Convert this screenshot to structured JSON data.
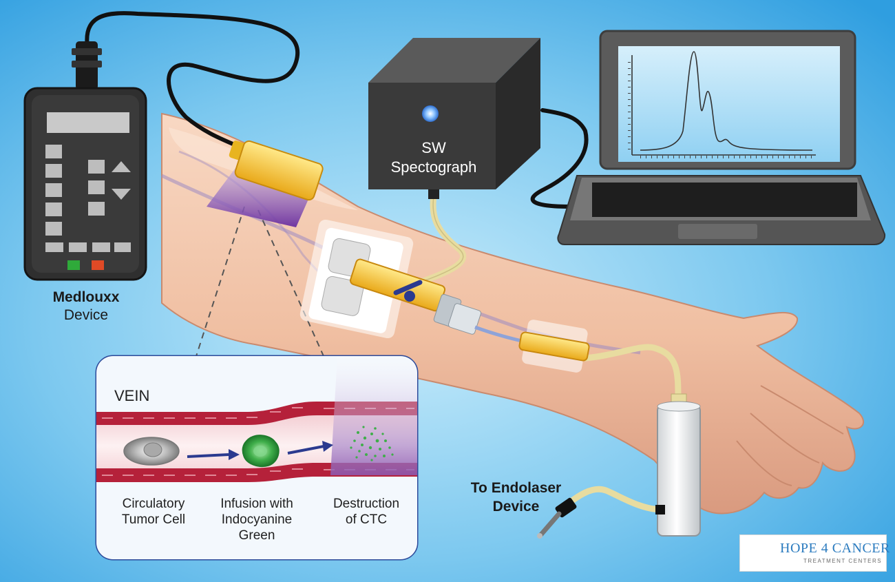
{
  "labels": {
    "medlouxx_line1": "Medlouxx",
    "medlouxx_line2": "Device",
    "spectograph_line1": "SW",
    "spectograph_line2": "Spectograph",
    "endolaser_line1": "To Endolaser",
    "endolaser_line2": "Device"
  },
  "inset": {
    "title": "VEIN",
    "steps": [
      {
        "line1": "Circulatory",
        "line2": "Tumor Cell",
        "line3": ""
      },
      {
        "line1": "Infusion with",
        "line2": "Indocyanine",
        "line3": "Green"
      },
      {
        "line1": "Destruction",
        "line2": "of CTC",
        "line3": ""
      }
    ]
  },
  "logo": {
    "name": "HOPE 4 CANCER",
    "tagline": "TREATMENT CENTERS"
  },
  "colors": {
    "background": "#5fb9ec",
    "skin": "#f3c7ac",
    "device_dark": "#2f2f2f",
    "laser_purple": "#8a5bb5",
    "inset_border": "#2d4a9a",
    "vein_red": "#b5213a",
    "icg_green": "#3fae4a",
    "arrow_navy": "#2b3a8f",
    "logo_blue": "#2b7bbf",
    "logo_green": "#6bb04a"
  }
}
